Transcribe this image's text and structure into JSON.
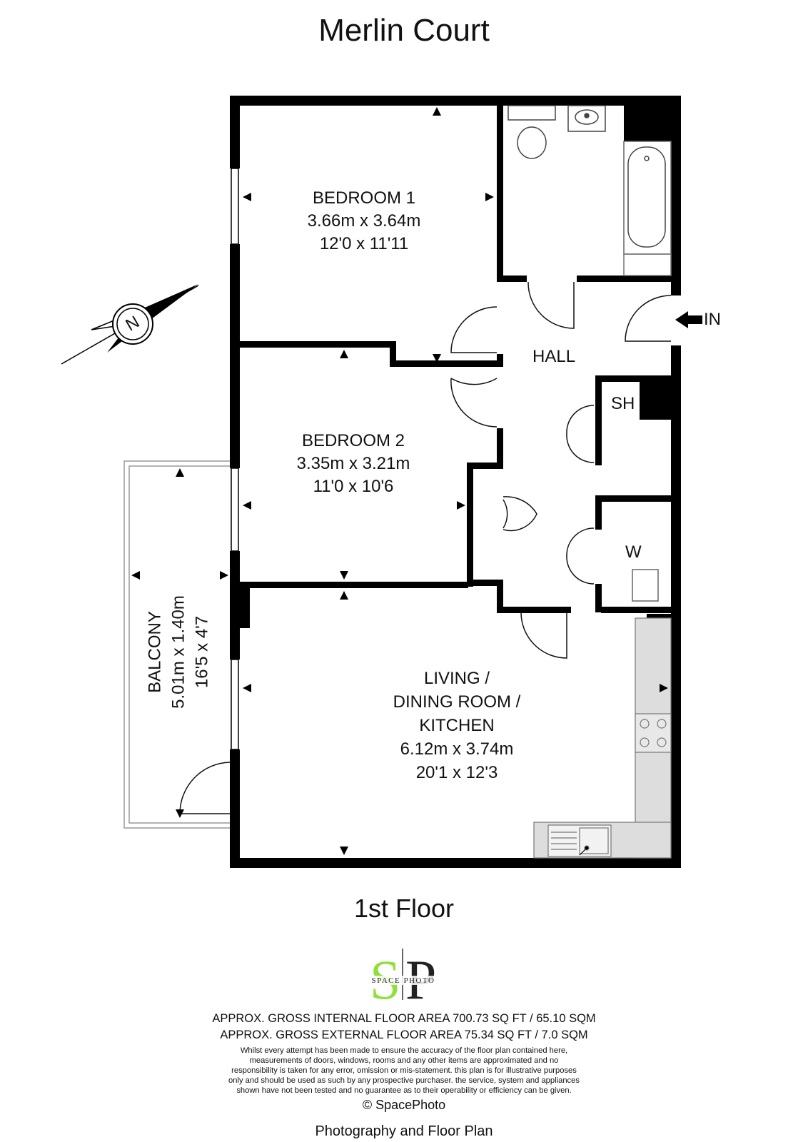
{
  "title": "Merlin Court",
  "rooms": {
    "bedroom1": {
      "name": "BEDROOM 1",
      "metric": "3.66m x 3.64m",
      "imperial": "12'0 x 11'11"
    },
    "bedroom2": {
      "name": "BEDROOM 2",
      "metric": "3.35m x 3.21m",
      "imperial": "11'0 x 10'6"
    },
    "living": {
      "name_line1": "LIVING /",
      "name_line2": "DINING ROOM /",
      "name_line3": "KITCHEN",
      "metric": "6.12m x 3.74m",
      "imperial": "20'1 x 12'3"
    },
    "balcony": {
      "name": "BALCONY",
      "metric": "5.01m x 1.40m",
      "imperial": "16'5 x 4'7"
    },
    "hall": {
      "name": "HALL"
    },
    "sh": {
      "name": "SH"
    },
    "w": {
      "name": "W"
    }
  },
  "entrance_label": "IN",
  "compass_label": "N",
  "floor_label": "1st Floor",
  "logo": {
    "letters": "SP",
    "text": "SPACE PHOTO",
    "accent": "#8fe03a"
  },
  "footer": {
    "internal_area": "APPROX. GROSS INTERNAL FLOOR AREA 700.73 SQ FT / 65.10 SQM",
    "external_area": "APPROX. GROSS EXTERNAL FLOOR AREA 75.34 SQ FT / 7.0 SQM",
    "disclaimer_lines": [
      "Whilst every attempt has been made to ensure the accuracy of the floor plan contained here,",
      "measurements of doors, windows, rooms and any other items are approximated and no",
      "responsibility is taken for any error, omission or mis-statement. this plan is for illustrative purposes",
      "only and should be used as such by any prospective purchaser. the service, system and appliances",
      "shown have not been tested and no guarantee as to their operability or efficiency can be given."
    ],
    "copyright": "© SpacePhoto",
    "credit": "Photography and Floor Plan"
  }
}
